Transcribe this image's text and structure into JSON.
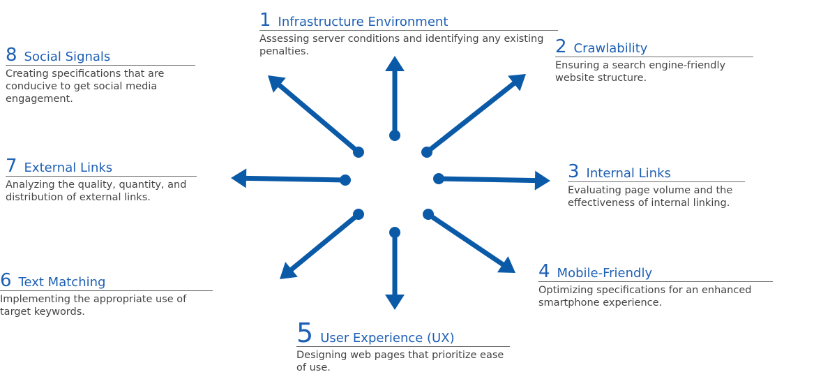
{
  "diagram": {
    "arrow_color": "#0a5aa8",
    "title_color": "#1d5fb4",
    "items": [
      {
        "number": "1",
        "title": "Infrastructure Environment",
        "description": "Assessing server conditions and identifying any existing penalties."
      },
      {
        "number": "2",
        "title": "Crawlability",
        "description": "Ensuring a search engine-friendly website structure."
      },
      {
        "number": "3",
        "title": "Internal Links",
        "description": "Evaluating page volume and the effectiveness of internal linking."
      },
      {
        "number": "4",
        "title": "Mobile-Friendly",
        "description": "Optimizing specifications for an enhanced smartphone experience."
      },
      {
        "number": "5",
        "title": "User Experience (UX)",
        "description": "Designing web pages that prioritize ease of use."
      },
      {
        "number": "6",
        "title": "Text Matching",
        "description": "Implementing the appropriate use of target keywords."
      },
      {
        "number": "7",
        "title": "External Links",
        "description": "Analyzing the quality, quantity, and distribution of external links."
      },
      {
        "number": "8",
        "title": "Social Signals",
        "description": "Creating specifications that are conducive to get social media engagement."
      }
    ]
  }
}
